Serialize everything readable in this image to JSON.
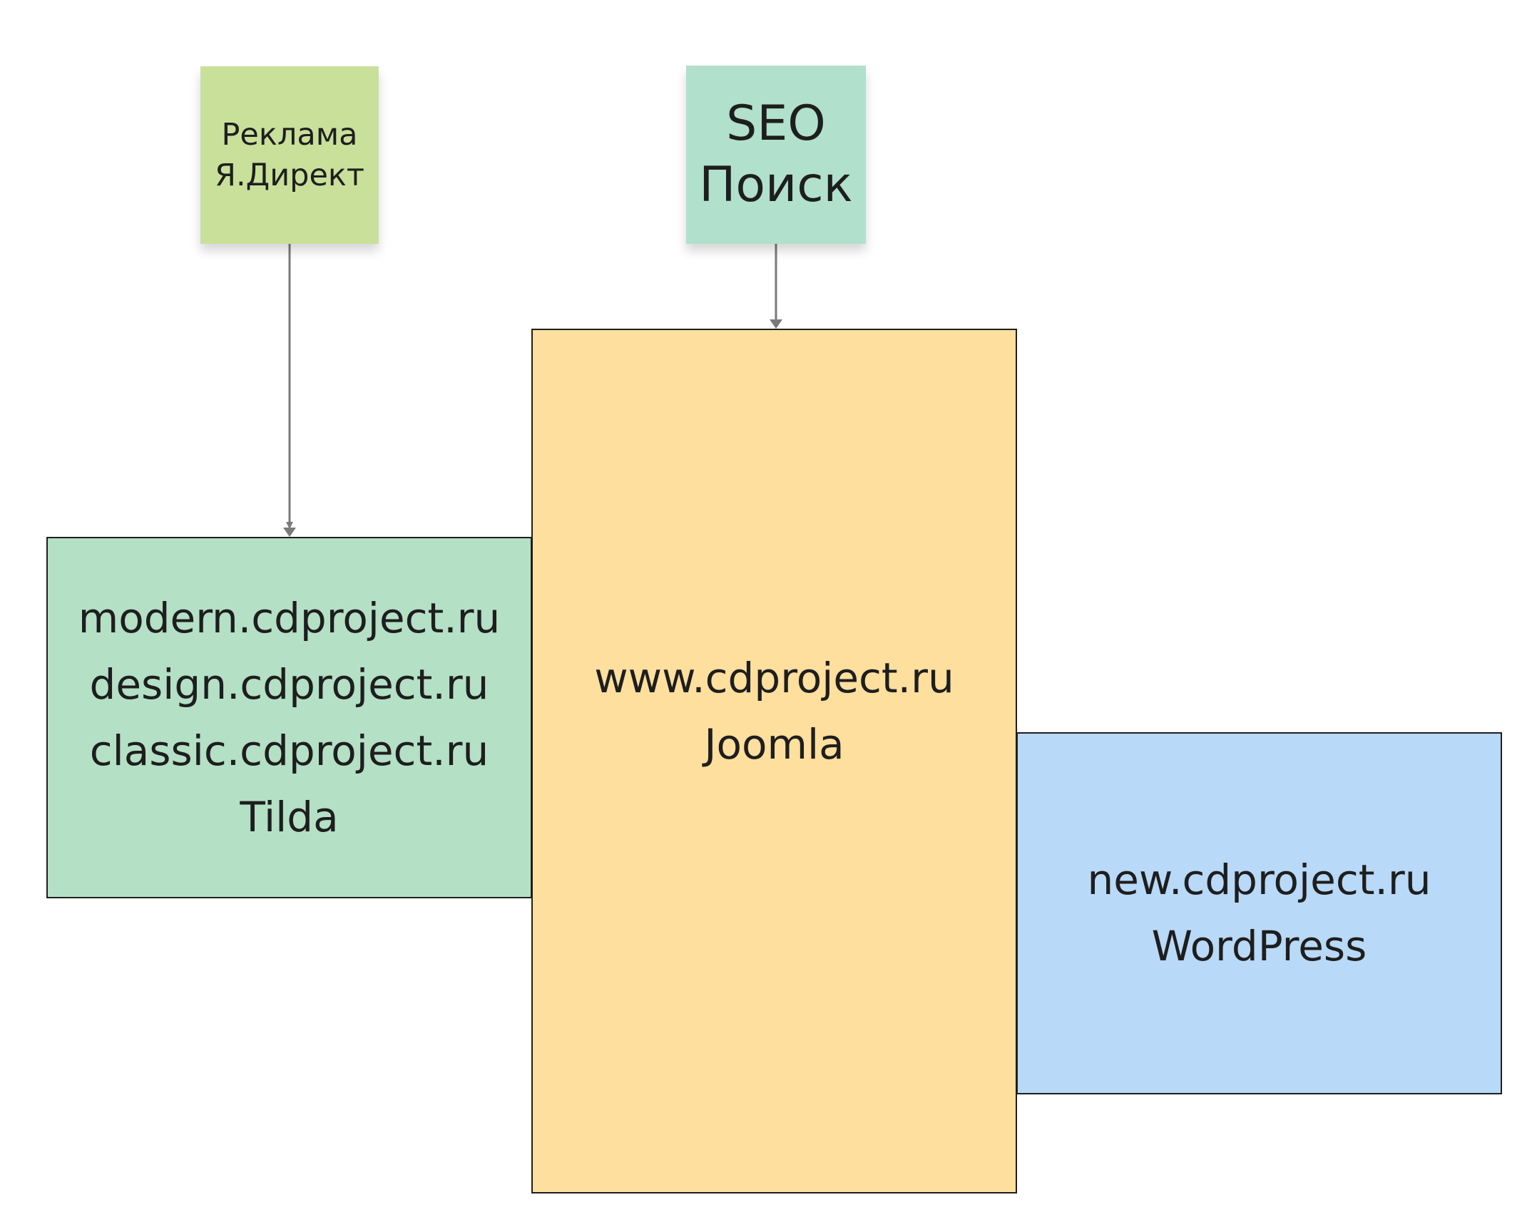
{
  "nodes": {
    "ads": {
      "lines": [
        "Реклама",
        "Я.Директ"
      ],
      "color": "#c9e09a"
    },
    "seo": {
      "lines": [
        "SEO",
        "Поиск"
      ],
      "color": "#b1e0cd"
    },
    "tilda": {
      "lines": [
        "modern.cdproject.ru",
        "design.cdproject.ru",
        "classic.cdproject.ru",
        "Tilda"
      ],
      "color": "#b4e0c6"
    },
    "joomla": {
      "lines": [
        "www.cdproject.ru",
        "Joomla"
      ],
      "color": "#ffdf9e"
    },
    "wordpress": {
      "lines": [
        "new.cdproject.ru",
        "WordPress"
      ],
      "color": "#b8d9f7"
    }
  },
  "edges": [
    {
      "from": "ads",
      "to": "tilda"
    },
    {
      "from": "seo",
      "to": "joomla"
    }
  ],
  "colors": {
    "connector": "#7a7a7a",
    "border": "#1e1e1e",
    "text": "#1e1e1e"
  }
}
